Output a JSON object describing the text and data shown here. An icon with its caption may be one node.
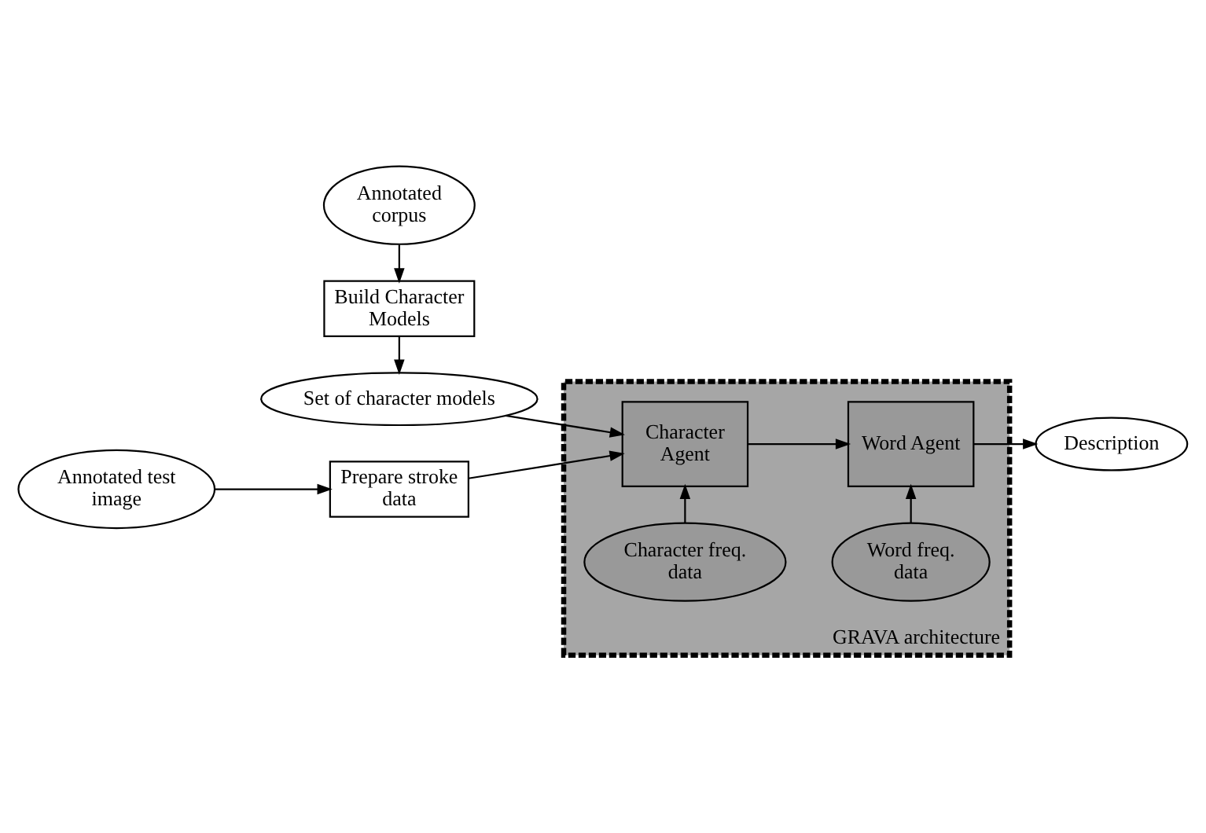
{
  "diagram": {
    "nodes": [
      {
        "text": [
          "Annotated corpus"
        ]
      },
      {
        "text": [
          "Build Character Models"
        ]
      },
      {
        "text": [
          "Set of character models"
        ]
      },
      {
        "text": [
          "Annotated test image"
        ]
      },
      {
        "text": [
          "Prepare stroke data"
        ]
      },
      {
        "text": [
          "GRAVA architecture"
        ]
      },
      {
        "text": [
          "Character Agent"
        ],
        "in": 5
      },
      {
        "text": [
          "Word Agent"
        ],
        "in": 5
      },
      {
        "text": [
          "Character freq. data"
        ],
        "in": 5
      },
      {
        "text": [
          "Word freq. data"
        ],
        "in": 5
      },
      {
        "text": [
          "Description"
        ]
      }
    ],
    "edges": [
      {
        "from": 0,
        "to": 1,
        "arrow": "to"
      },
      {
        "from": 1,
        "to": 2,
        "arrow": "to"
      },
      {
        "from": 2,
        "to": 6,
        "arrow": "to"
      },
      {
        "from": 3,
        "to": 4,
        "arrow": "to"
      },
      {
        "from": 4,
        "to": 6,
        "arrow": "to"
      },
      {
        "from": 6,
        "to": 7,
        "arrow": "to"
      },
      {
        "from": 7,
        "to": 10,
        "arrow": "to"
      },
      {
        "from": 8,
        "to": 6,
        "arrow": "to"
      },
      {
        "from": 9,
        "to": 7,
        "arrow": "to"
      }
    ]
  }
}
